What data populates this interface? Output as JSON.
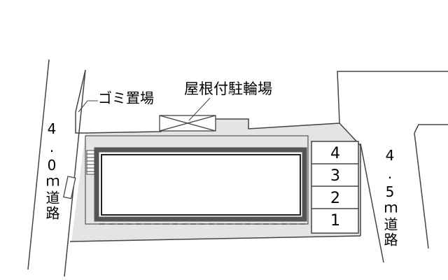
{
  "labels": {
    "bicycle_parking": "屋根付駐輪場",
    "garbage_area": "ゴミ置場",
    "road_left": "4.0ｍ道路",
    "road_right": "4.5ｍ道路"
  },
  "parking_spaces": [
    "4",
    "3",
    "2",
    "1"
  ]
}
